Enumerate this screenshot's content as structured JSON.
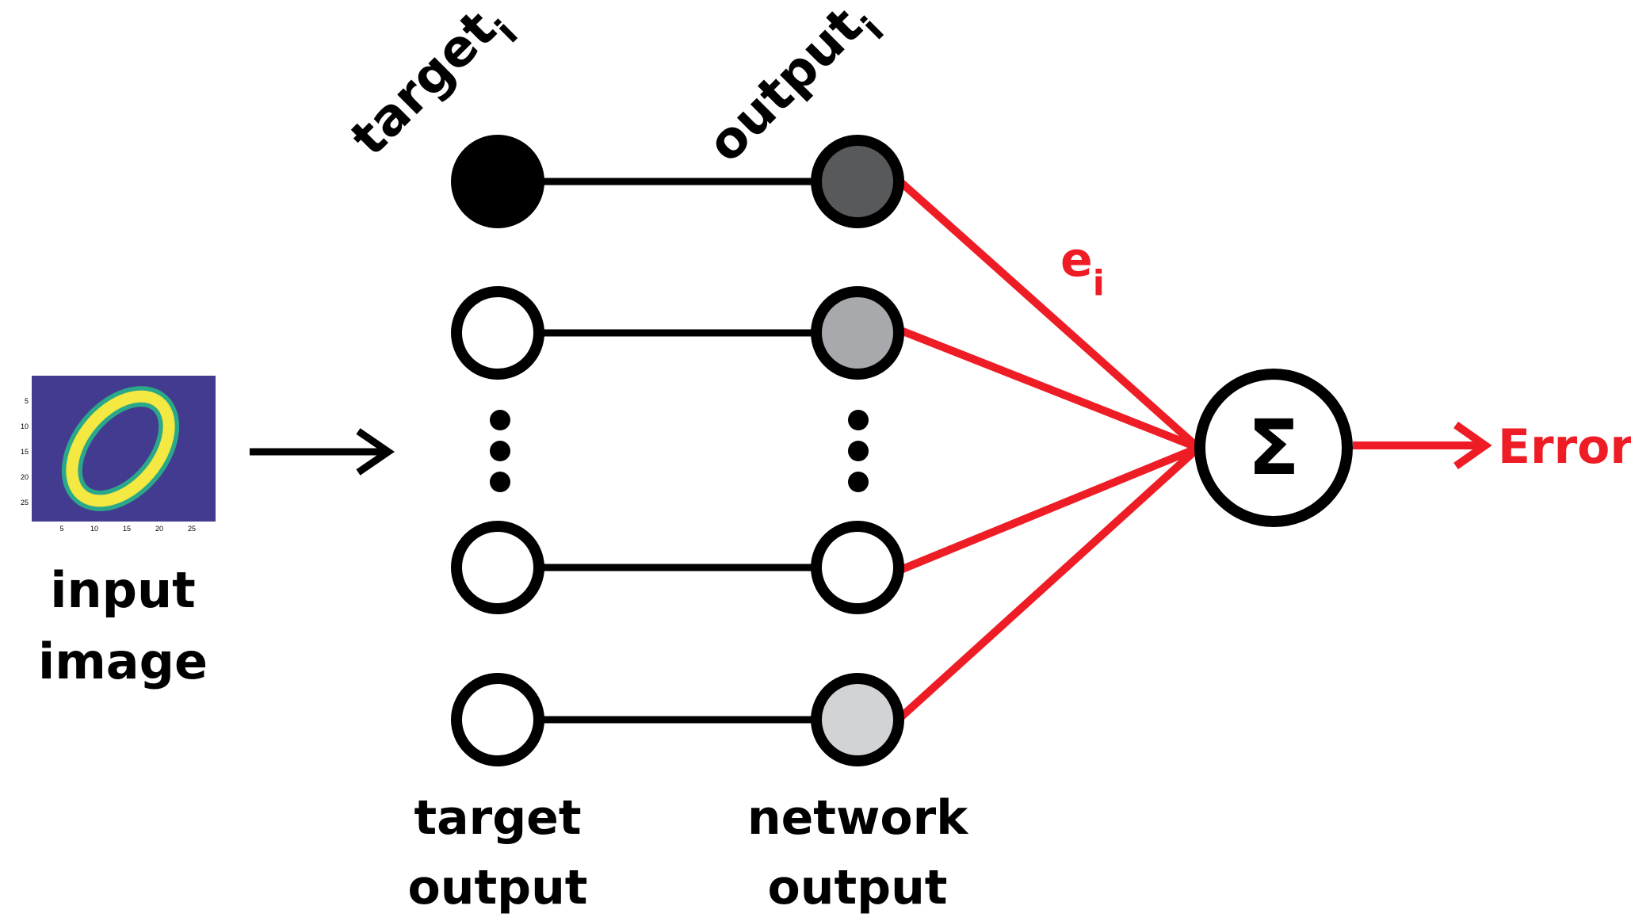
{
  "labels": {
    "target_rotated": "target",
    "target_subscript": "i",
    "output_rotated": "output",
    "output_subscript": "i",
    "error_term": "e",
    "error_term_subscript": "i",
    "sum_symbol": "Σ",
    "error_label": "Error",
    "input_line1": "input",
    "input_line2": "image",
    "target_line1": "target",
    "target_line2": "output",
    "network_line1": "network",
    "network_line2": "output"
  },
  "input_image": {
    "x_ticks": [
      "5",
      "10",
      "15",
      "20",
      "25"
    ],
    "y_ticks": [
      "5",
      "10",
      "15",
      "20",
      "25"
    ],
    "background_color": "#433b8f",
    "digit_color": "#f4e842"
  },
  "network_output_fills": [
    "#58595b",
    "#a7a9ac",
    "#ffffff",
    "#d1d3d4"
  ],
  "target_output_fills": [
    "#000000",
    "#ffffff",
    "#ffffff",
    "#ffffff"
  ],
  "colors": {
    "error_lines": "#ee1c25",
    "stroke": "#000000"
  }
}
